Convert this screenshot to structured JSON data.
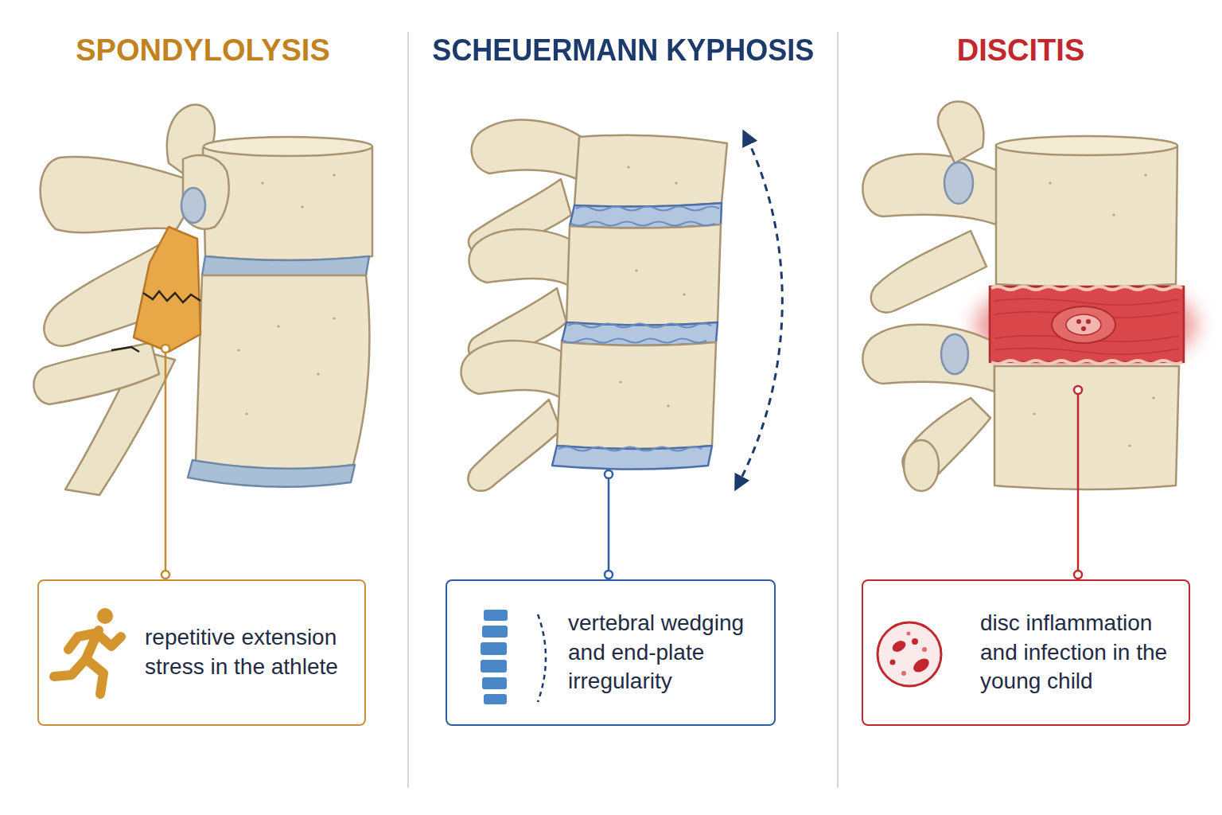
{
  "diagram": {
    "nodes": [
      {
        "text": [
          "repetitive extension stress in the athlete"
        ]
      },
      {
        "text": [
          "vertebral wedging and end-plate irregularity"
        ]
      },
      {
        "text": [
          "disc inflammation and infection in the young child"
        ]
      }
    ],
    "labels": [
      "SPONDYLOLYSIS",
      "SCHEUERMANN KYPHOSIS",
      "DISCITIS"
    ]
  }
}
